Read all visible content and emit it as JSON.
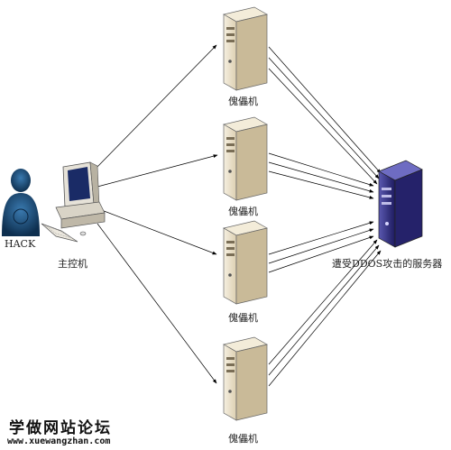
{
  "nodes": {
    "hacker": {
      "label": "HACK",
      "icon": "hacker-silhouette-icon"
    },
    "master": {
      "label": "主控机",
      "icon": "desktop-computer-icon"
    },
    "zombies": [
      {
        "label": "傀儡机",
        "icon": "server-tower-icon"
      },
      {
        "label": "傀儡机",
        "icon": "server-tower-icon"
      },
      {
        "label": "傀儡机",
        "icon": "server-tower-icon"
      },
      {
        "label": "傀儡机",
        "icon": "server-tower-icon"
      }
    ],
    "target": {
      "label": "遭受DDOS攻击的服务器",
      "icon": "target-server-icon"
    }
  },
  "watermark": {
    "title": "学做网站论坛",
    "url": "www.xuewangzhan.com"
  },
  "colors": {
    "server_body": "#e9dfc8",
    "server_side": "#c4b593",
    "target_body": "#2e2b7a",
    "hacker": "#1c4f78",
    "arrow": "#000000"
  }
}
